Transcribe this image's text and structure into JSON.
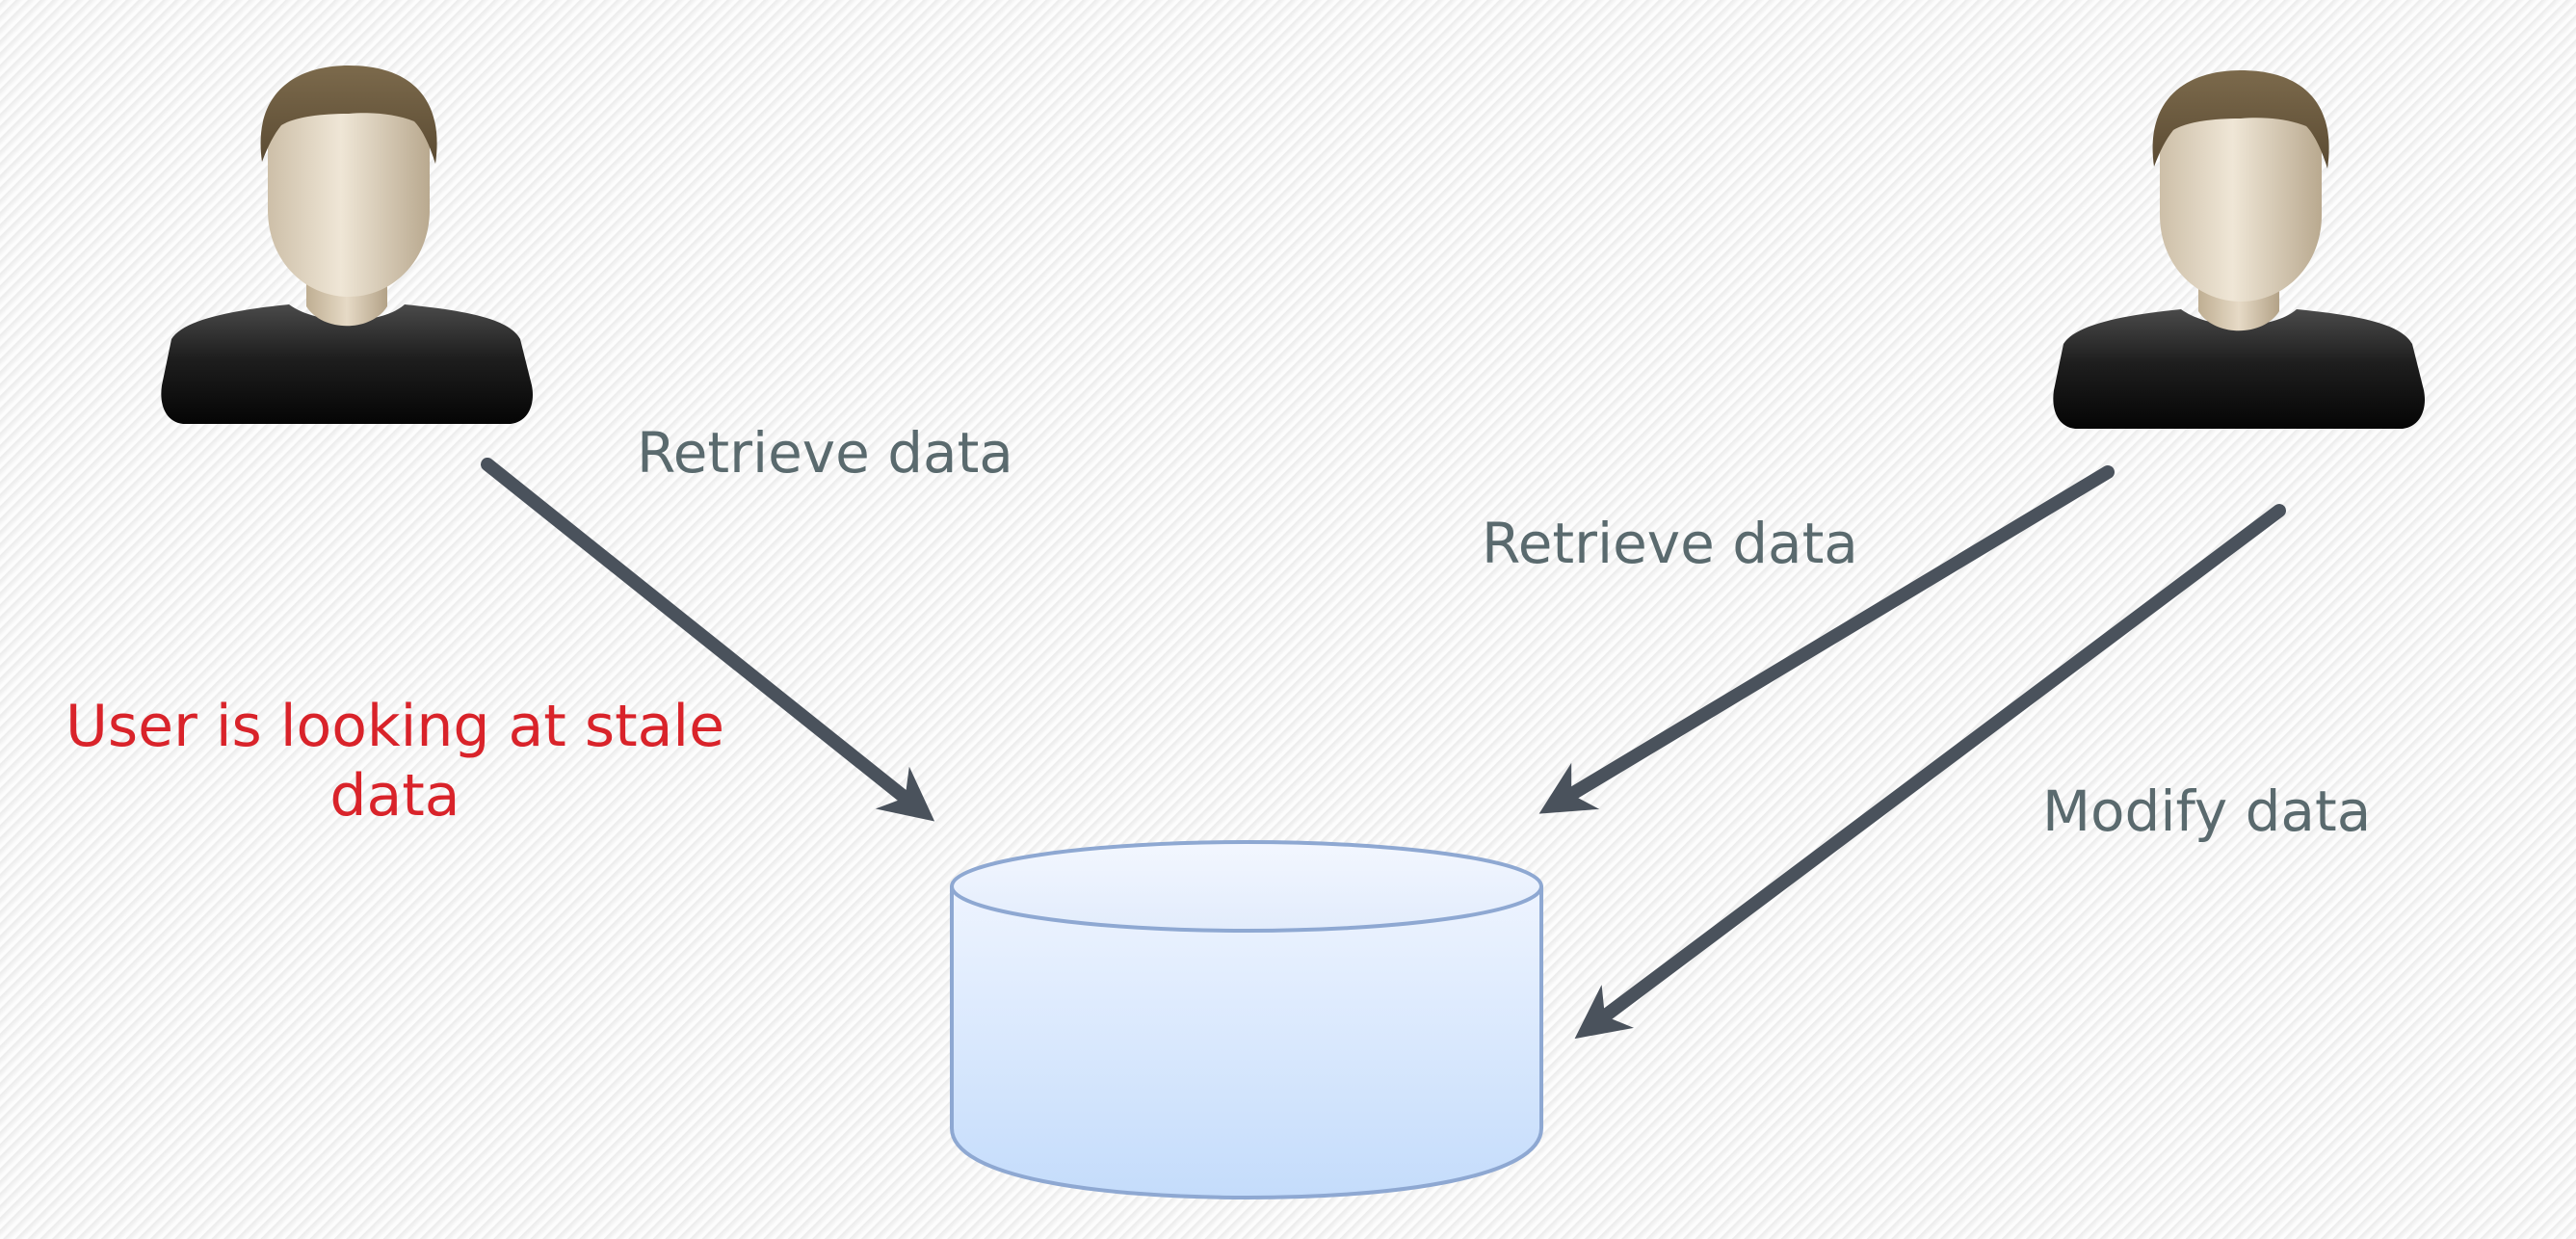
{
  "colors": {
    "label": "#5a6a6e",
    "stale": "#d9232a",
    "arrow": "#4a525c",
    "db_fill_top": "#eef4ff",
    "db_fill_bottom": "#c4dcfb",
    "db_stroke": "#8ea8d2"
  },
  "icons": {
    "left_user": "user-icon",
    "right_user": "user-icon",
    "database": "database-icon"
  },
  "labels": {
    "retrieve_left": "Retrieve data",
    "retrieve_right": "Retrieve data",
    "modify": "Modify data",
    "stale_line1": "User is looking at stale",
    "stale_line2": "data"
  }
}
